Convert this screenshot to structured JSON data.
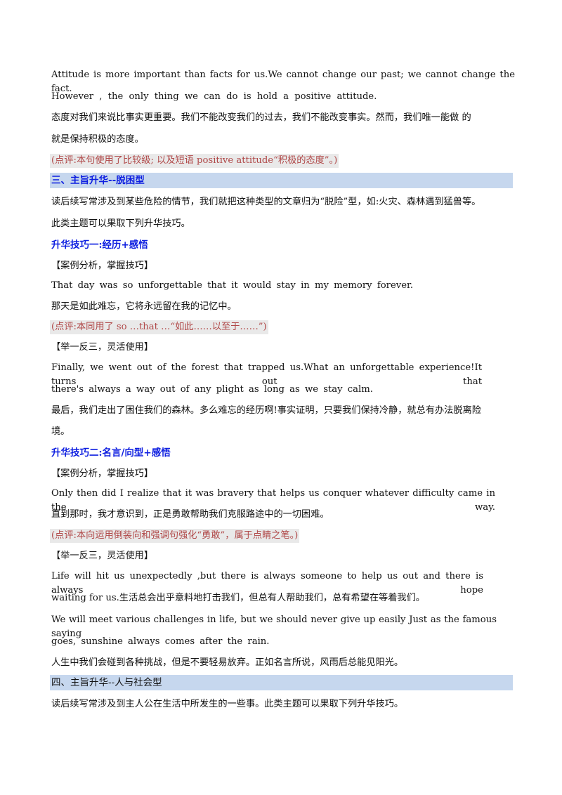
{
  "para1": {
    "en_line1": "Attitude is more important than facts for us.We cannot change our past; we cannot change the fact.",
    "en_line2": "However , the only thing we can do is hold a positive attitude.",
    "cn_line1": "态度对我们来说比事实更重要。我们不能改变我们的过去，我们不能改变事实。然而，我们唯一能做 的",
    "cn_line2": "就是保持积极的态度。",
    "note": "(点评:本句使用了比较级; 以及短语 positive attitude“积极的态度”。)"
  },
  "section3": {
    "heading": "三、主旨升华--脱困型",
    "intro_line1": "读后续写常涉及到某些危险的情节，我们就把这种类型的文章归为“脱险”型，如:火灾、森林遇到猛兽等。",
    "intro_line2": "此类主题可以果取下列升华技巧。",
    "tip1": {
      "title": "升华技巧一:经历+感悟",
      "case_label": "【案例分析，掌握技巧】",
      "example_en": "That day was so unforgettable that it would stay in my memory forever.",
      "example_cn": "那天是如此难忘，它将永远留在我的记忆中。",
      "note": "(点评:本同用了 so …that …“如此……以至于……”)",
      "practice_label": "【举一反三，灵活使用】",
      "practice_en_line1": "Finally, we went out of the forest that trapped us.What an unforgettable experience!It turns out that",
      "practice_en_line2": "there's always a way out of any plight as long as we stay calm.",
      "practice_cn_line1": "最后，我们走出了困住我们的森林。多么难忘的经历啊!事实证明，只要我们保持冷静，就总有办法脱离险",
      "practice_cn_line2": "境。"
    },
    "tip2": {
      "title": "升华技巧二:名言/向型+感悟",
      "case_label": "【案例分析，掌握技巧】",
      "example_en": "Only then did I realize that it was bravery that helps us conquer whatever difficulty came in the way.",
      "example_cn": "直到那时，我才意识到，正是勇敢帮助我们克服路途中的一切困难。",
      "note": "(点评:本向运用倒装向和强调句强化“勇敢”，属于点睛之笔。)",
      "practice_label": "【举一反三，灵活使用】",
      "p1_line1": "Life will hit us unexpectedly ,but there is always someone to help us out and there is always hope",
      "p1_line2": "waiting for us.生活总会出乎意料地打击我们，但总有人帮助我们，总有希望在等着我们。",
      "p2_line1": "We will meet various challenges in life, but we should never give up easily Just as the famous saying",
      "p2_line2": "goes, sunshine always comes after the rain.",
      "p2_cn": "人生中我们会碰到各种挑战，但是不要轻易放弃。正如名言所说，风雨后总能见阳光。"
    }
  },
  "section4": {
    "heading": "四、主旨升华--人与社会型",
    "intro": "读后续写常涉及到主人公在生活中所发生的一些事。此类主题可以果取下列升华技巧。"
  },
  "colors": {
    "heading_bar": "#c6d7ee",
    "blue_text": "#0c1de0",
    "note_text": "#b04848",
    "note_bg": "#e9e9e9"
  }
}
